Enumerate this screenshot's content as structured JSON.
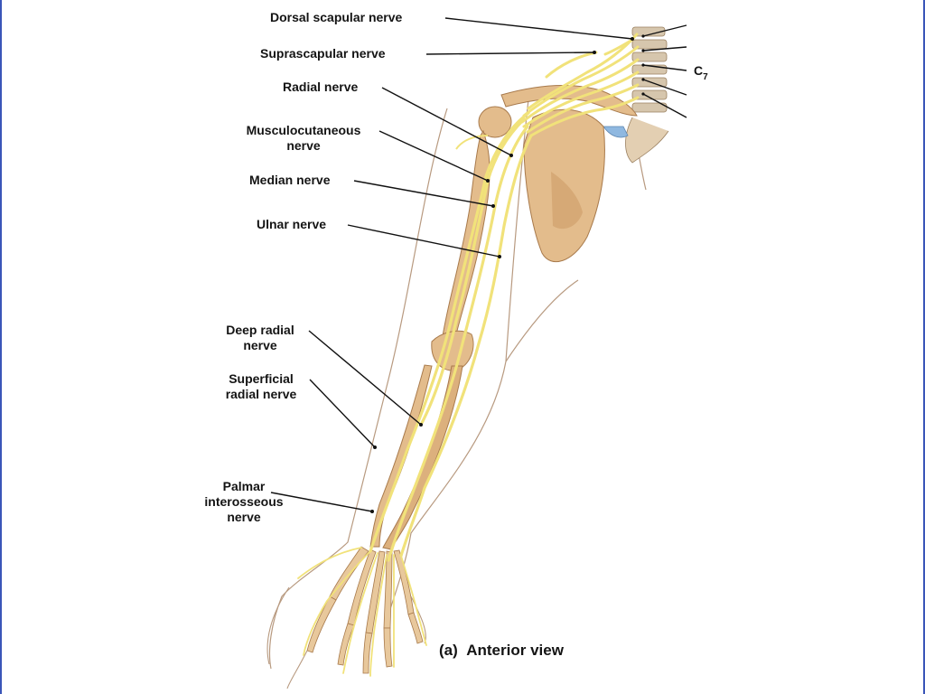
{
  "figure": {
    "caption_prefix": "(a)",
    "caption_text": "Anterior view"
  },
  "labels": {
    "dorsal_scapular": "Dorsal scapular nerve",
    "suprascapular": "Suprascapular nerve",
    "radial": "Radial nerve",
    "musculocutaneous_1": "Musculocutaneous",
    "musculocutaneous_2": "nerve",
    "median": "Median nerve",
    "ulnar": "Ulnar nerve",
    "deep_radial_1": "Deep radial",
    "deep_radial_2": "nerve",
    "superficial_radial_1": "Superficial",
    "superficial_radial_2": "radial nerve",
    "palmar_1": "Palmar",
    "palmar_2": "interosseous",
    "palmar_3": "nerve",
    "spinal_letter": "C",
    "spinal_number": "7"
  },
  "colors": {
    "bone": "#e3bc8c",
    "bone_shadow": "#c9955f",
    "nerve": "#f1e27a",
    "nerve_edge": "#c8b347",
    "cartilage": "#8fb8e0",
    "skin_outline": "#b89a80",
    "leader": "#111111",
    "frame_edge": "#3a55b8"
  }
}
